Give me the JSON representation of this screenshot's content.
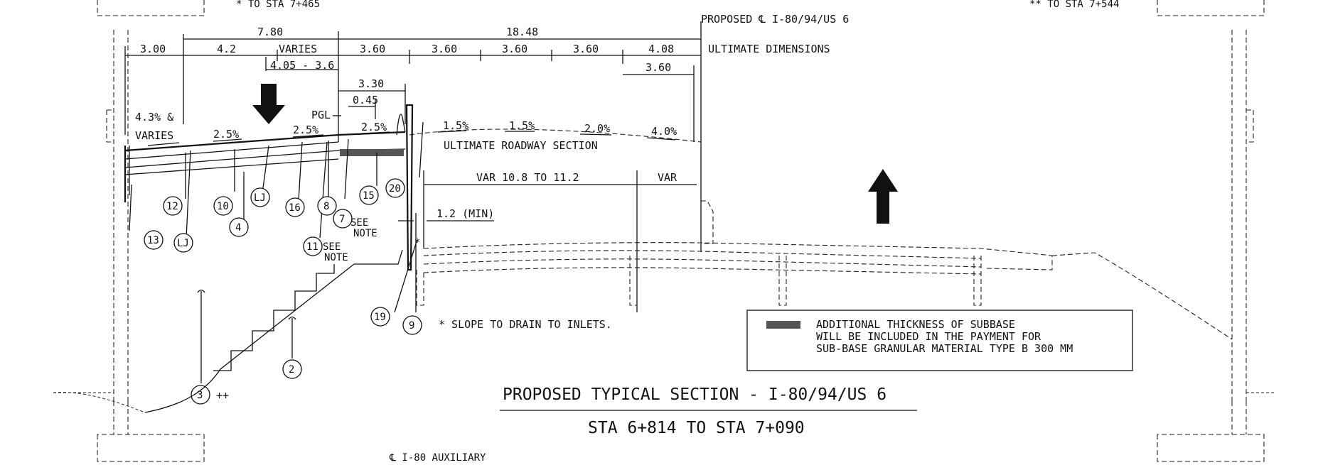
{
  "title": "PROPOSED TYPICAL SECTION - I-80/94/US 6",
  "subtitle": "STA 6+814 TO STA 7+090",
  "top_left_note": "* TO STA 7+465",
  "top_right_note": "** TO STA 7+544",
  "centerline_label": "PROPOSED ℄ I-80/94/US 6",
  "ultimate_dimensions": "ULTIMATE DIMENSIONS",
  "ultimate_roadway_section": "ULTIMATE ROADWAY SECTION",
  "bottom_centerline_label": "℄ I-80 AUXILIARY",
  "dimensions": {
    "overall_left": "7.80",
    "overall_right": "18.48",
    "d300": "3.00",
    "d42": "4.2",
    "varies": "VARIES",
    "d360a": "3.60",
    "d360b": "3.60",
    "d360c": "3.60",
    "d360d": "3.60",
    "d408": "4.08",
    "range": "4.05 - 3.6",
    "d360_sub": "3.60",
    "d330": "3.30",
    "d045": "0.45",
    "var_range": "VAR 10.8 TO 11.2",
    "var": "VAR",
    "min": "1.2 (MIN)"
  },
  "slopes": {
    "s1": "4.3% &",
    "s1b": "VARIES",
    "s2": "2.5%",
    "s3": "2.5%",
    "s4": "2.5%",
    "s5": "1.5%",
    "s6": "1.5%",
    "s7": "2.0%",
    "s8": "4.0%"
  },
  "labels": {
    "pgl": "PGL",
    "see_note_7": "SEE",
    "note_7": "NOTE",
    "see_note_11": "SEE",
    "note_11": "NOTE",
    "star": "*",
    "drain_note": "* SLOPE TO DRAIN TO INLETS.",
    "crosses": "++"
  },
  "callouts": [
    "12",
    "10",
    "LJ",
    "16",
    "8",
    "15",
    "20",
    "7",
    "4",
    "11",
    "13",
    "LJ",
    "19",
    "9",
    "2",
    "3"
  ],
  "legend": {
    "line1": "ADDITIONAL THICKNESS OF SUBBASE",
    "line2": "WILL BE INCLUDED IN THE PAYMENT FOR",
    "line3": "SUB-BASE GRANULAR MATERIAL TYPE B 300 MM"
  },
  "colors": {
    "ink": "#111111",
    "hatch": "#555555"
  }
}
